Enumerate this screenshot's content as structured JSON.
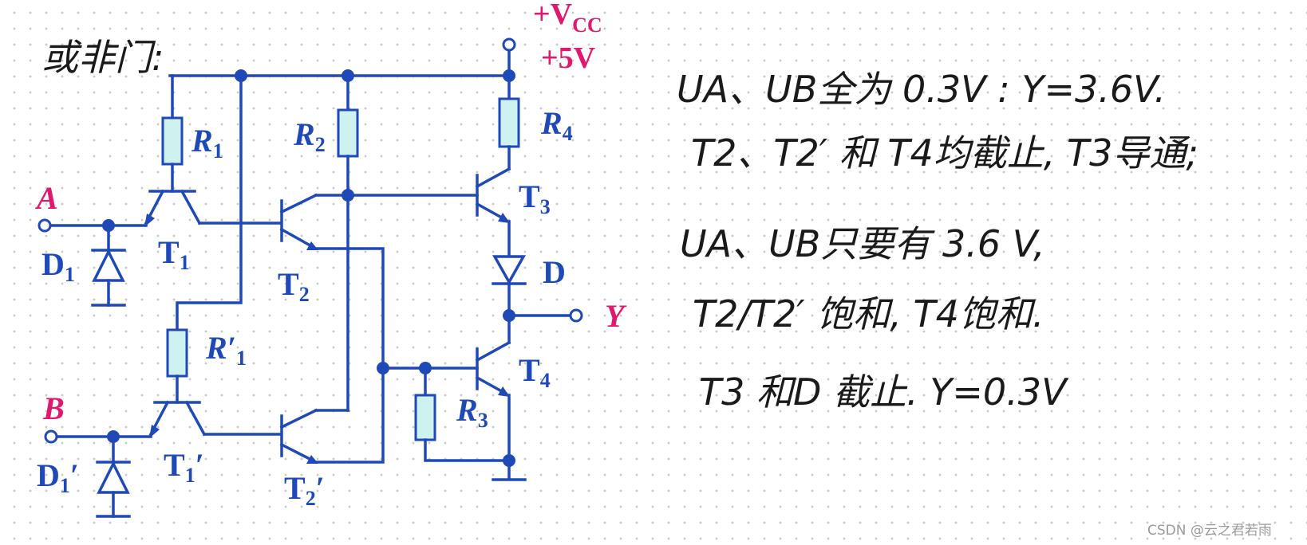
{
  "title_handwritten": "或非门:",
  "supply": {
    "name": "+V",
    "subscript": "CC",
    "voltage": "+5V"
  },
  "inputs": {
    "a": "A",
    "b": "B"
  },
  "output": "Y",
  "components": {
    "r1": {
      "main": "R",
      "sub": "1"
    },
    "r2": {
      "main": "R",
      "sub": "2"
    },
    "r3": {
      "main": "R",
      "sub": "3"
    },
    "r4": {
      "main": "R",
      "sub": "4"
    },
    "r1p": {
      "main": "R′",
      "sub": "1"
    },
    "t1": {
      "main": "T",
      "sub": "1"
    },
    "t2": {
      "main": "T",
      "sub": "2"
    },
    "t3": {
      "main": "T",
      "sub": "3"
    },
    "t4": {
      "main": "T",
      "sub": "4"
    },
    "t1p": {
      "main": "T",
      "sub": "1",
      "prime": "′"
    },
    "t2p": {
      "main": "T",
      "sub": "2",
      "prime": "′"
    },
    "d1": {
      "main": "D",
      "sub": "1"
    },
    "d1p": {
      "main": "D",
      "sub": "1",
      "prime": "′"
    },
    "d": "D"
  },
  "notes": [
    "UA、UB全为 0.3V : Y=3.6V.",
    "T2、T2′ 和 T4均截止, T3导通;",
    "UA、UB只要有 3.6 V,",
    "T2/T2′ 饱和, T4饱和.",
    "T3 和D 截止. Y=0.3V"
  ],
  "watermark": "CSDN @云之君若雨",
  "colors": {
    "circuit": "#1f49b6",
    "io": "#e0196e",
    "resistor_fill": "#cdf2f0"
  }
}
